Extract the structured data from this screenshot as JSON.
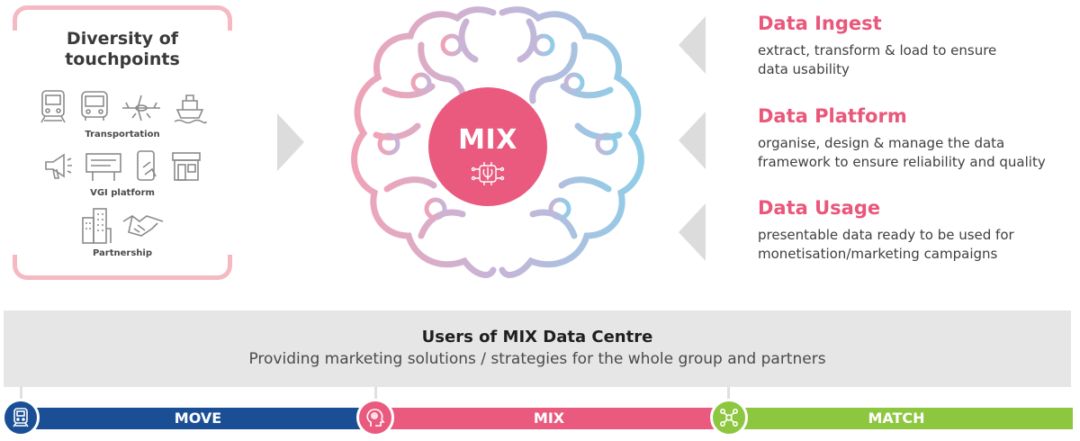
{
  "touchpoints": {
    "title_line1": "Diversity of",
    "title_line2": "touchpoints",
    "groups": [
      {
        "caption": "Transportation",
        "icons": [
          "train-icon",
          "bus-icon",
          "airplane-icon",
          "ship-icon"
        ]
      },
      {
        "caption": "VGI platform",
        "icons": [
          "megaphone-icon",
          "billboard-icon",
          "mobile-tap-icon",
          "storefront-icon"
        ]
      },
      {
        "caption": "Partnership",
        "icons": [
          "buildings-icon",
          "handshake-icon"
        ]
      }
    ]
  },
  "center": {
    "label": "MIX",
    "chip_icon": "brain-chip-icon"
  },
  "stages": [
    {
      "title": "Data Ingest",
      "desc_line1": "extract, transform & load to ensure",
      "desc_line2": "data usability"
    },
    {
      "title": "Data Platform",
      "desc_line1": "organise, design & manage the data",
      "desc_line2": "framework to ensure reliability and quality"
    },
    {
      "title": "Data Usage",
      "desc_line1": "presentable data ready to be used for",
      "desc_line2": "monetisation/marketing campaigns"
    }
  ],
  "users": {
    "title": "Users of MIX Data Centre",
    "subtitle": "Providing marketing solutions / strategies for the whole group and partners"
  },
  "bars": [
    {
      "label": "MOVE",
      "color": "#1a4f96",
      "icon": "train-icon"
    },
    {
      "label": "MIX",
      "color": "#ea5a7f",
      "icon": "head-gears-icon"
    },
    {
      "label": "MATCH",
      "color": "#8dc63f",
      "icon": "network-icon"
    }
  ],
  "colors": {
    "accent_pink": "#e9577b",
    "bracket_pink": "#f5b9c4",
    "arrow_gray": "#dcdcdc",
    "band_gray": "#e6e6e6"
  }
}
